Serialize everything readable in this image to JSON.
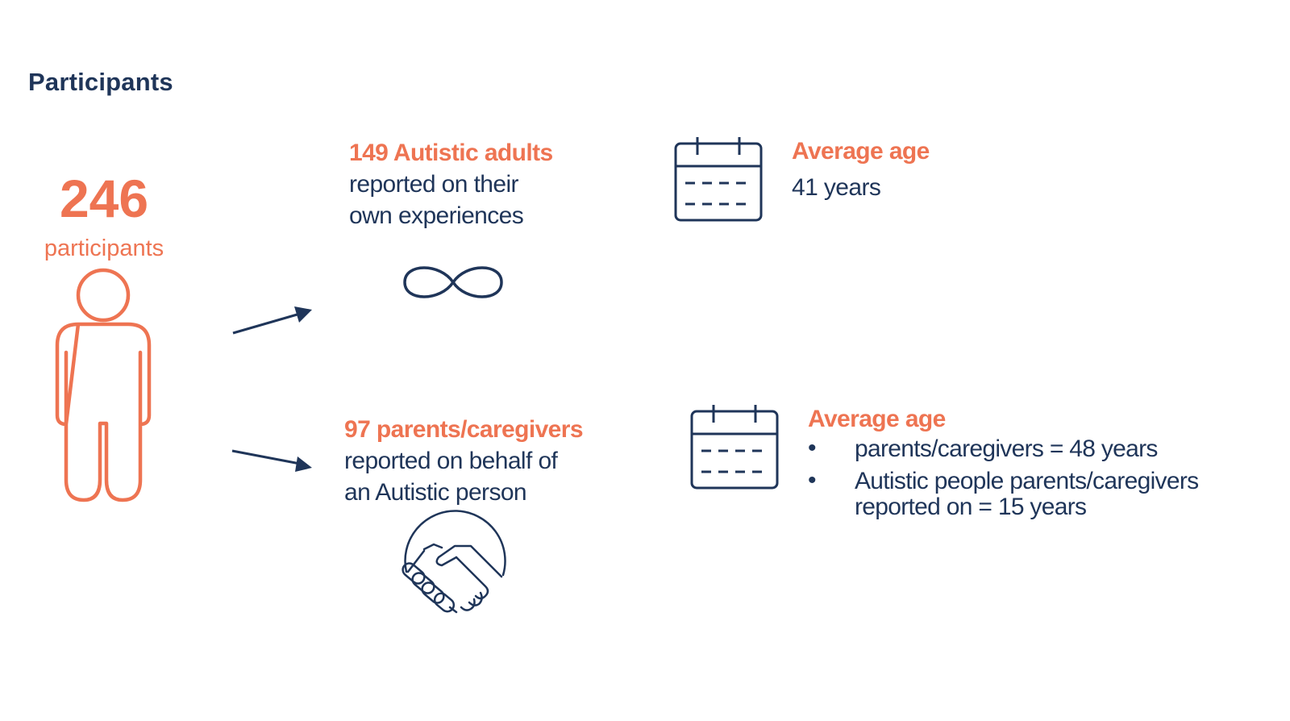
{
  "title": "Participants",
  "total": {
    "number": "246",
    "label": "participants"
  },
  "groups": [
    {
      "highlight": "149 Autistic adults",
      "lines": [
        "reported on their",
        "own experiences"
      ],
      "icon": "infinity-icon",
      "age_heading": "Average age",
      "age_value": "41 years"
    },
    {
      "highlight": "97 parents/caregivers",
      "lines": [
        "reported on behalf of",
        "an Autistic person"
      ],
      "icon": "handshake-icon",
      "age_heading": "Average age",
      "age_bullets": [
        {
          "bullet": "•",
          "lines": [
            "parents/caregivers = 48 years"
          ]
        },
        {
          "bullet": "•",
          "lines": [
            "Autistic people parents/caregivers",
            "reported on = 15 years"
          ]
        }
      ]
    }
  ],
  "colors": {
    "navy": "#1f3559",
    "orange": "#ee7452",
    "background": "#ffffff"
  }
}
